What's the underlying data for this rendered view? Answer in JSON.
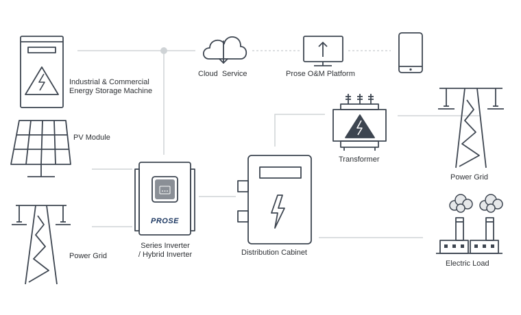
{
  "colors": {
    "stroke": "#3d4550",
    "connector": "#cfd3d6",
    "text": "#2c2f33",
    "brand": "#1f3a63",
    "screen": "#8a8f96",
    "smoke": "#e6e8ea"
  },
  "nodes": {
    "storage": {
      "label_line1": "Industrial & Commercial",
      "label_line2": "Energy Storage Machine",
      "icon": "energy-storage-icon"
    },
    "pv": {
      "label": "PV Module",
      "icon": "solar-panel-icon"
    },
    "grid_left": {
      "label": "Power Grid",
      "icon": "transmission-tower-icon"
    },
    "cloud": {
      "label": "Cloud  Service",
      "icon": "cloud-download-icon"
    },
    "platform": {
      "label": "Prose O&M Platform",
      "icon": "monitor-upload-icon"
    },
    "phone": {
      "icon": "smartphone-icon"
    },
    "inverter": {
      "label_line1": "Series Inverter",
      "label_line2": "/ Hybrid Inverter",
      "brand": "PROSE",
      "icon": "inverter-icon"
    },
    "cabinet": {
      "label": "Distribution Cabinet",
      "icon": "distribution-cabinet-icon"
    },
    "transformer": {
      "label": "Transformer",
      "icon": "transformer-icon"
    },
    "grid_right": {
      "label": "Power Grid",
      "icon": "transmission-tower-icon"
    },
    "load": {
      "label": "Electric Load",
      "icon": "factory-icon"
    }
  }
}
